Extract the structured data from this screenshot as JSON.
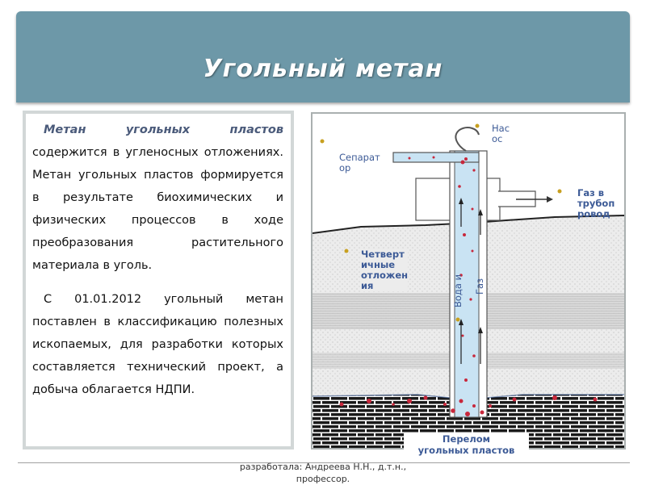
{
  "slide": {
    "title": "Угольный метан"
  },
  "text": {
    "p1_lead": "Метан угольных пластов",
    "p1_rest": " содержится в угленосных отложениях. Метан угольных пластов формируется в результате биохимических и физических процессов в ходе преобразования растительного материала в уголь.",
    "p2": "С 01.01.2012 угольный метан поставлен в классификацию полезных ископаемых, для разработки которых составляется технический проект, а добыча облагается НДПИ."
  },
  "diagram": {
    "label_pump_1": "Нас",
    "label_pump_2": "ос",
    "label_separator_1": "Сепарат",
    "label_separator_2": "ор",
    "label_gas_pipe_1": "Газ в",
    "label_gas_pipe_2": "трубоп",
    "label_gas_pipe_3": "ровод",
    "label_quaternary_1": "Четверт",
    "label_quaternary_2": "ичные",
    "label_quaternary_3": "отложен",
    "label_quaternary_4": "ия",
    "label_water": "Вода и",
    "label_gas": "Газ",
    "label_fracture_1": "Перелом",
    "label_fracture_2": "угольных пластов"
  },
  "footer": {
    "line1": "разработала: Андреева Н.Н., д.т.н.,",
    "line2": "профессор."
  },
  "colors": {
    "title_bar": "#6d98a8",
    "label_text": "#3c5a96",
    "pipe_fill": "#c9e3f3",
    "coal": "#1a1a1a",
    "bubbles": "#c8283c",
    "marker": "#c8a020"
  }
}
